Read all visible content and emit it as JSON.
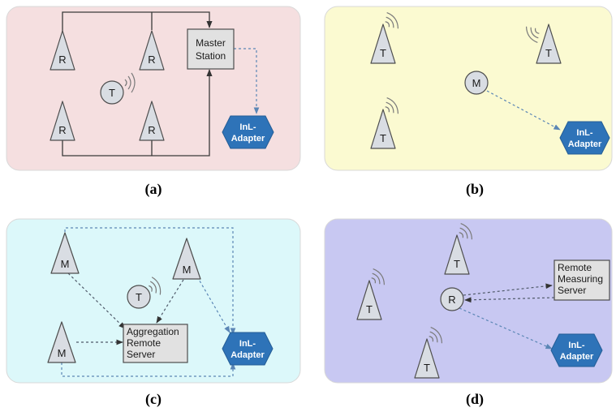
{
  "colors": {
    "panel_a": "#f5dfe0",
    "panel_b": "#fbfad1",
    "panel_c": "#dcf8fa",
    "panel_d": "#c8c8f2",
    "adapter": "#2e73b8"
  },
  "panels": {
    "a": {
      "caption": "(a)",
      "towers": [
        "R",
        "R",
        "R",
        "R"
      ],
      "tag": "T",
      "station": {
        "line1": "Master",
        "line2": "Station"
      },
      "adapter": {
        "line1": "InL-",
        "line2": "Adapter"
      }
    },
    "b": {
      "caption": "(b)",
      "towers": [
        "T",
        "T",
        "T"
      ],
      "node": "M",
      "adapter": {
        "line1": "InL-",
        "line2": "Adapter"
      }
    },
    "c": {
      "caption": "(c)",
      "towers": [
        "M",
        "M",
        "M"
      ],
      "tag": "T",
      "server": {
        "line1": "Aggregation",
        "line2": "Remote",
        "line3": "Server"
      },
      "adapter": {
        "line1": "InL-",
        "line2": "Adapter"
      }
    },
    "d": {
      "caption": "(d)",
      "towers": [
        "T",
        "T",
        "T"
      ],
      "node": "R",
      "server": {
        "line1": "Remote",
        "line2": "Measuring",
        "line3": "Server"
      },
      "adapter": {
        "line1": "InL-",
        "line2": "Adapter"
      }
    }
  }
}
